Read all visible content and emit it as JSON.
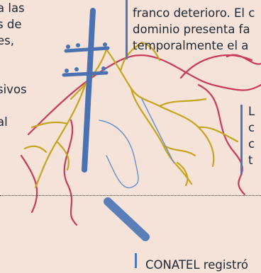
{
  "left_column": {
    "lines": [
      "a las",
      "s de",
      "es,",
      "",
      "",
      "sivos",
      "",
      "al"
    ]
  },
  "top_right_column": {
    "lines": [
      "franco deterioro. El c",
      "dominio presenta fa",
      "temporalmente el a"
    ]
  },
  "mid_right_column": {
    "lines": [
      "L",
      "c",
      "c",
      "t"
    ]
  },
  "bottom_right_column": {
    "lines": [
      "CONATEL registró"
    ]
  },
  "colors": {
    "background": "#f5e3da",
    "text": "#1e2733",
    "accent_bar": "#4a78b8",
    "pole": "#4a72b2",
    "roots_yellow": "#c4a51c",
    "roots_red": "#c93a5c"
  }
}
